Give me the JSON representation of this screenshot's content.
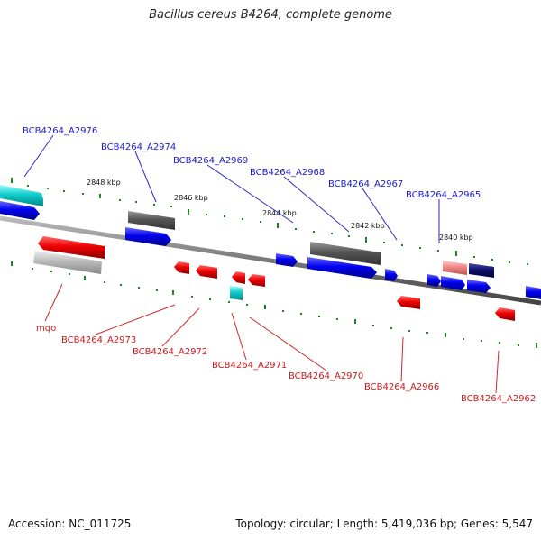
{
  "title": "Bacillus cereus B4264, complete genome",
  "footer": {
    "accession": "Accession: NC_011725",
    "summary": "Topology: circular; Length: 5,419,036 bp; Genes: 5,547"
  },
  "colors": {
    "forward": "#0000ee",
    "reverse": "#ee0000",
    "backbone": "#808080",
    "label_forward": "#1a1acc",
    "label_reverse": "#cc1a1a",
    "tick": "#1a8a1a"
  },
  "scale": {
    "ticks": [
      "2848 kbp",
      "2846 kbp",
      "2844 kbp",
      "2842 kbp",
      "2840 kbp"
    ]
  },
  "labels_top": [
    "BCB4264_A2976",
    "BCB4264_A2974",
    "BCB4264_A2969",
    "BCB4264_A2968",
    "BCB4264_A2967",
    "BCB4264_A2965"
  ],
  "labels_bottom": [
    "mqo",
    "BCB4264_A2973",
    "BCB4264_A2972",
    "BCB4264_A2971",
    "BCB4264_A2970",
    "BCB4264_A2966",
    "BCB4264_A2962"
  ]
}
